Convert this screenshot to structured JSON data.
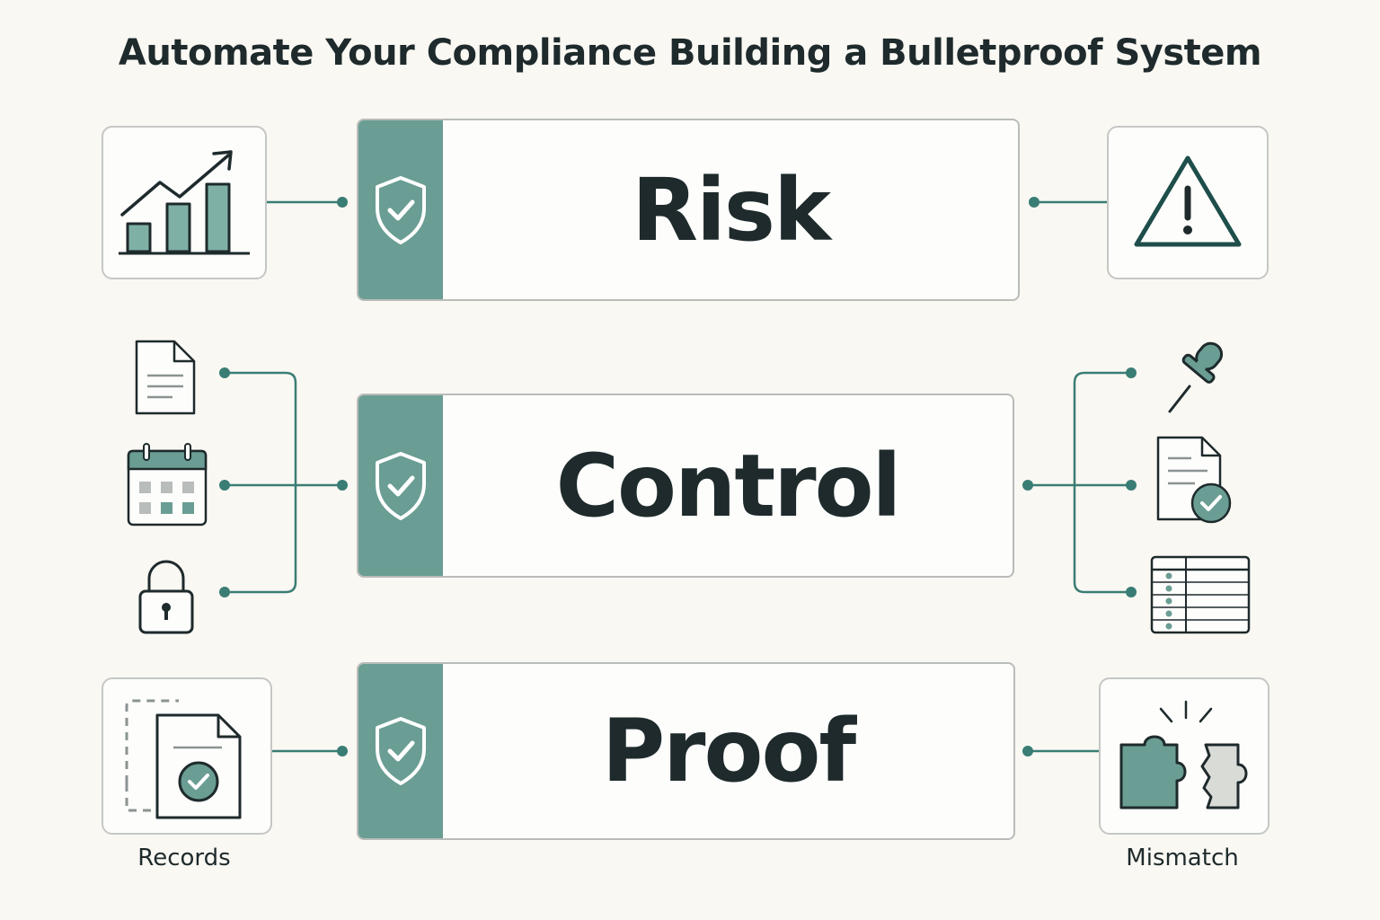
{
  "title": "Automate Your Compliance Building a Bulletproof System",
  "bars": {
    "risk": "Risk",
    "control": "Control",
    "proof": "Proof"
  },
  "captions": {
    "records": "Records",
    "mismatch": "Mismatch"
  },
  "colors": {
    "accent": "#6a9d93",
    "connector": "#3a7d74",
    "ink": "#1e2a2c",
    "background": "#faf8f3"
  },
  "icons": {
    "risk_left": "bar-chart-trend-icon",
    "risk_right": "warning-triangle-icon",
    "control_left": [
      "document-icon",
      "calendar-icon",
      "padlock-icon"
    ],
    "control_right": [
      "pushpin-icon",
      "approved-document-icon",
      "table-icon"
    ],
    "proof_left": "records-icon",
    "proof_right": "puzzle-mismatch-icon",
    "bar_band": "shield-check-icon"
  }
}
